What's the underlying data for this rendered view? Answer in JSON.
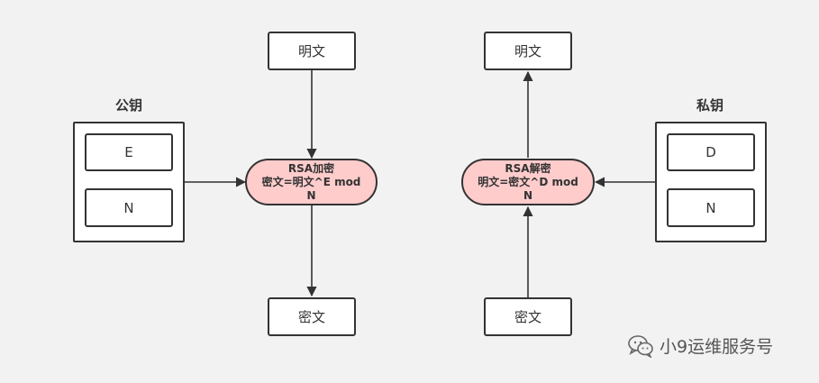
{
  "encrypt": {
    "group_title": "公钥",
    "key_e": "E",
    "key_n": "N",
    "input": "明文",
    "output": "密文",
    "process_line1": "RSA加密",
    "process_line2": "密文=明文^E mod",
    "process_line3": "N"
  },
  "decrypt": {
    "group_title": "私钥",
    "key_d": "D",
    "key_n": "N",
    "output": "明文",
    "input": "密文",
    "process_line1": "RSA解密",
    "process_line2": "明文=密文^D mod",
    "process_line3": "N"
  },
  "watermark": {
    "text": "小9运维服务号",
    "icon": "wechat-icon"
  },
  "colors": {
    "background": "#f2f2f2",
    "process_fill": "#ffcccc",
    "stroke": "#333333"
  }
}
